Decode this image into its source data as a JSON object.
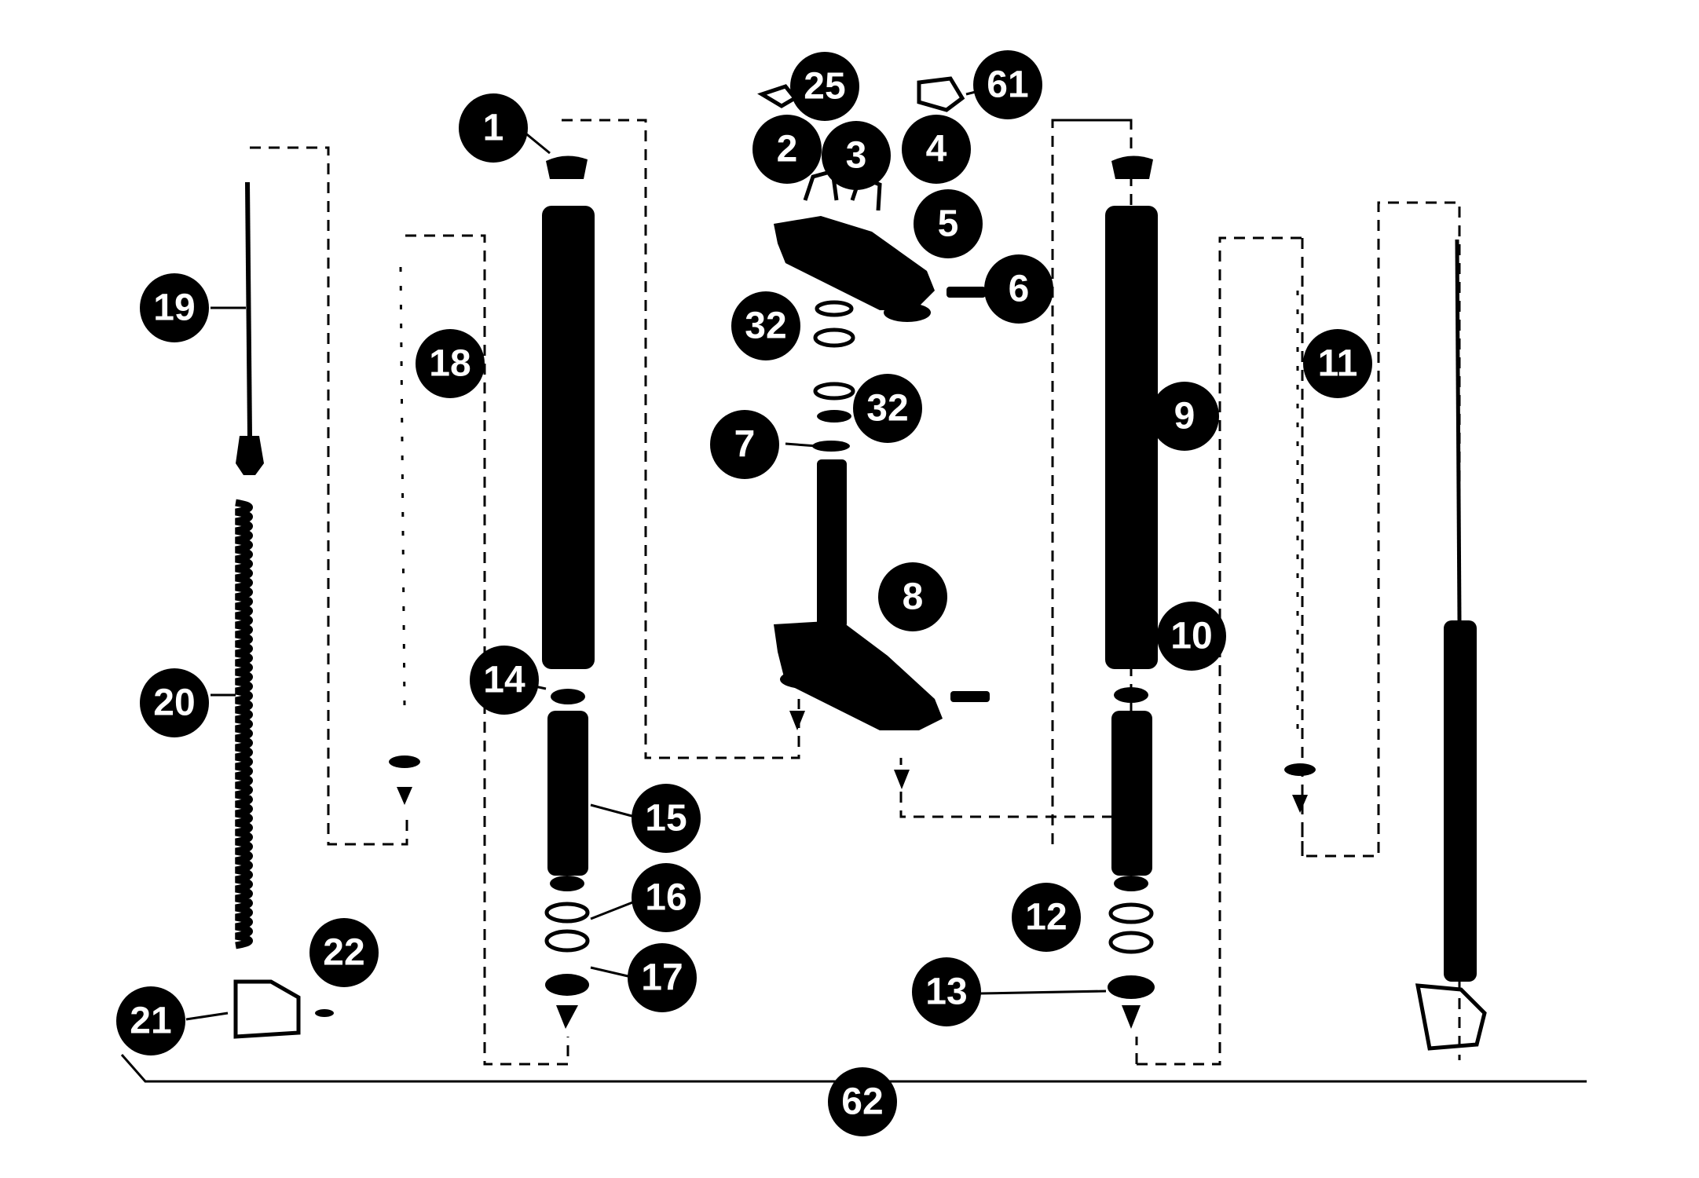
{
  "callouts": [
    {
      "id": "1",
      "label": "1"
    },
    {
      "id": "2",
      "label": "2"
    },
    {
      "id": "3",
      "label": "3"
    },
    {
      "id": "4",
      "label": "4"
    },
    {
      "id": "5",
      "label": "5"
    },
    {
      "id": "6",
      "label": "6"
    },
    {
      "id": "7",
      "label": "7"
    },
    {
      "id": "8",
      "label": "8"
    },
    {
      "id": "9",
      "label": "9"
    },
    {
      "id": "10",
      "label": "10"
    },
    {
      "id": "11",
      "label": "11"
    },
    {
      "id": "12",
      "label": "12"
    },
    {
      "id": "13",
      "label": "13"
    },
    {
      "id": "14",
      "label": "14"
    },
    {
      "id": "15",
      "label": "15"
    },
    {
      "id": "16",
      "label": "16"
    },
    {
      "id": "17",
      "label": "17"
    },
    {
      "id": "18",
      "label": "18"
    },
    {
      "id": "19",
      "label": "19"
    },
    {
      "id": "20",
      "label": "20"
    },
    {
      "id": "21",
      "label": "21"
    },
    {
      "id": "22",
      "label": "22"
    },
    {
      "id": "25",
      "label": "25"
    },
    {
      "id": "32a",
      "label": "32"
    },
    {
      "id": "32b",
      "label": "32"
    },
    {
      "id": "61",
      "label": "61"
    },
    {
      "id": "62",
      "label": "62"
    }
  ]
}
